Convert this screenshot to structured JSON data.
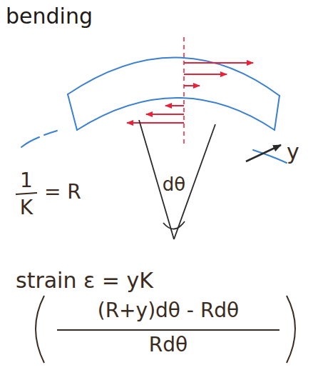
{
  "diagram": {
    "title": "bending",
    "labels": [
      "1",
      "K",
      "= R",
      "dθ",
      "y",
      "strain ε = yK",
      "(R+y)dθ - Rdθ",
      "Rdθ"
    ]
  }
}
